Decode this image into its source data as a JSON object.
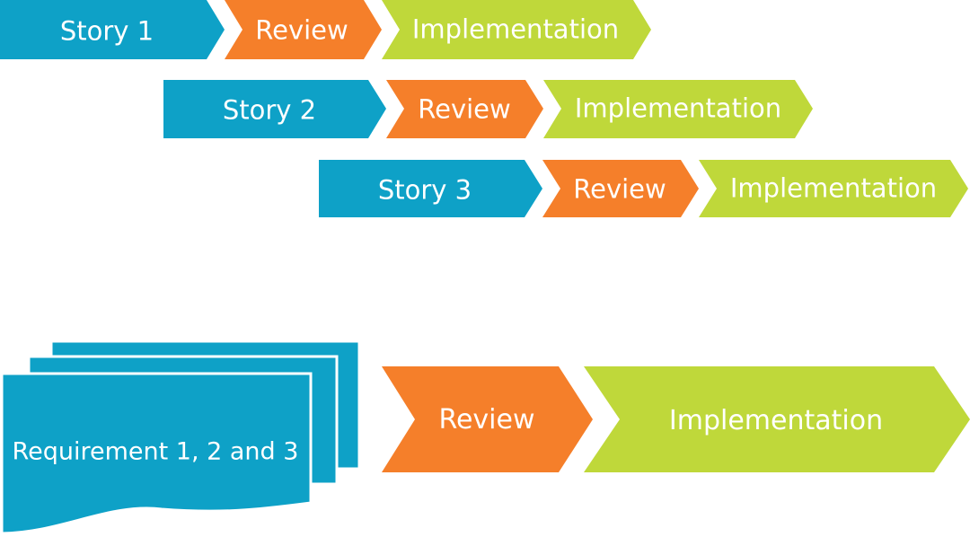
{
  "colors": {
    "story": "#0ea1c7",
    "review": "#f57f2a",
    "implementation": "#bfd83a"
  },
  "rows": [
    {
      "story": "Story 1",
      "review": "Review",
      "implementation": "Implementation"
    },
    {
      "story": "Story 2",
      "review": "Review",
      "implementation": "Implementation"
    },
    {
      "story": "Story 3",
      "review": "Review",
      "implementation": "Implementation"
    }
  ],
  "bottom": {
    "requirement": "Requirement 1, 2 and 3",
    "review": "Review",
    "implementation": "Implementation"
  }
}
